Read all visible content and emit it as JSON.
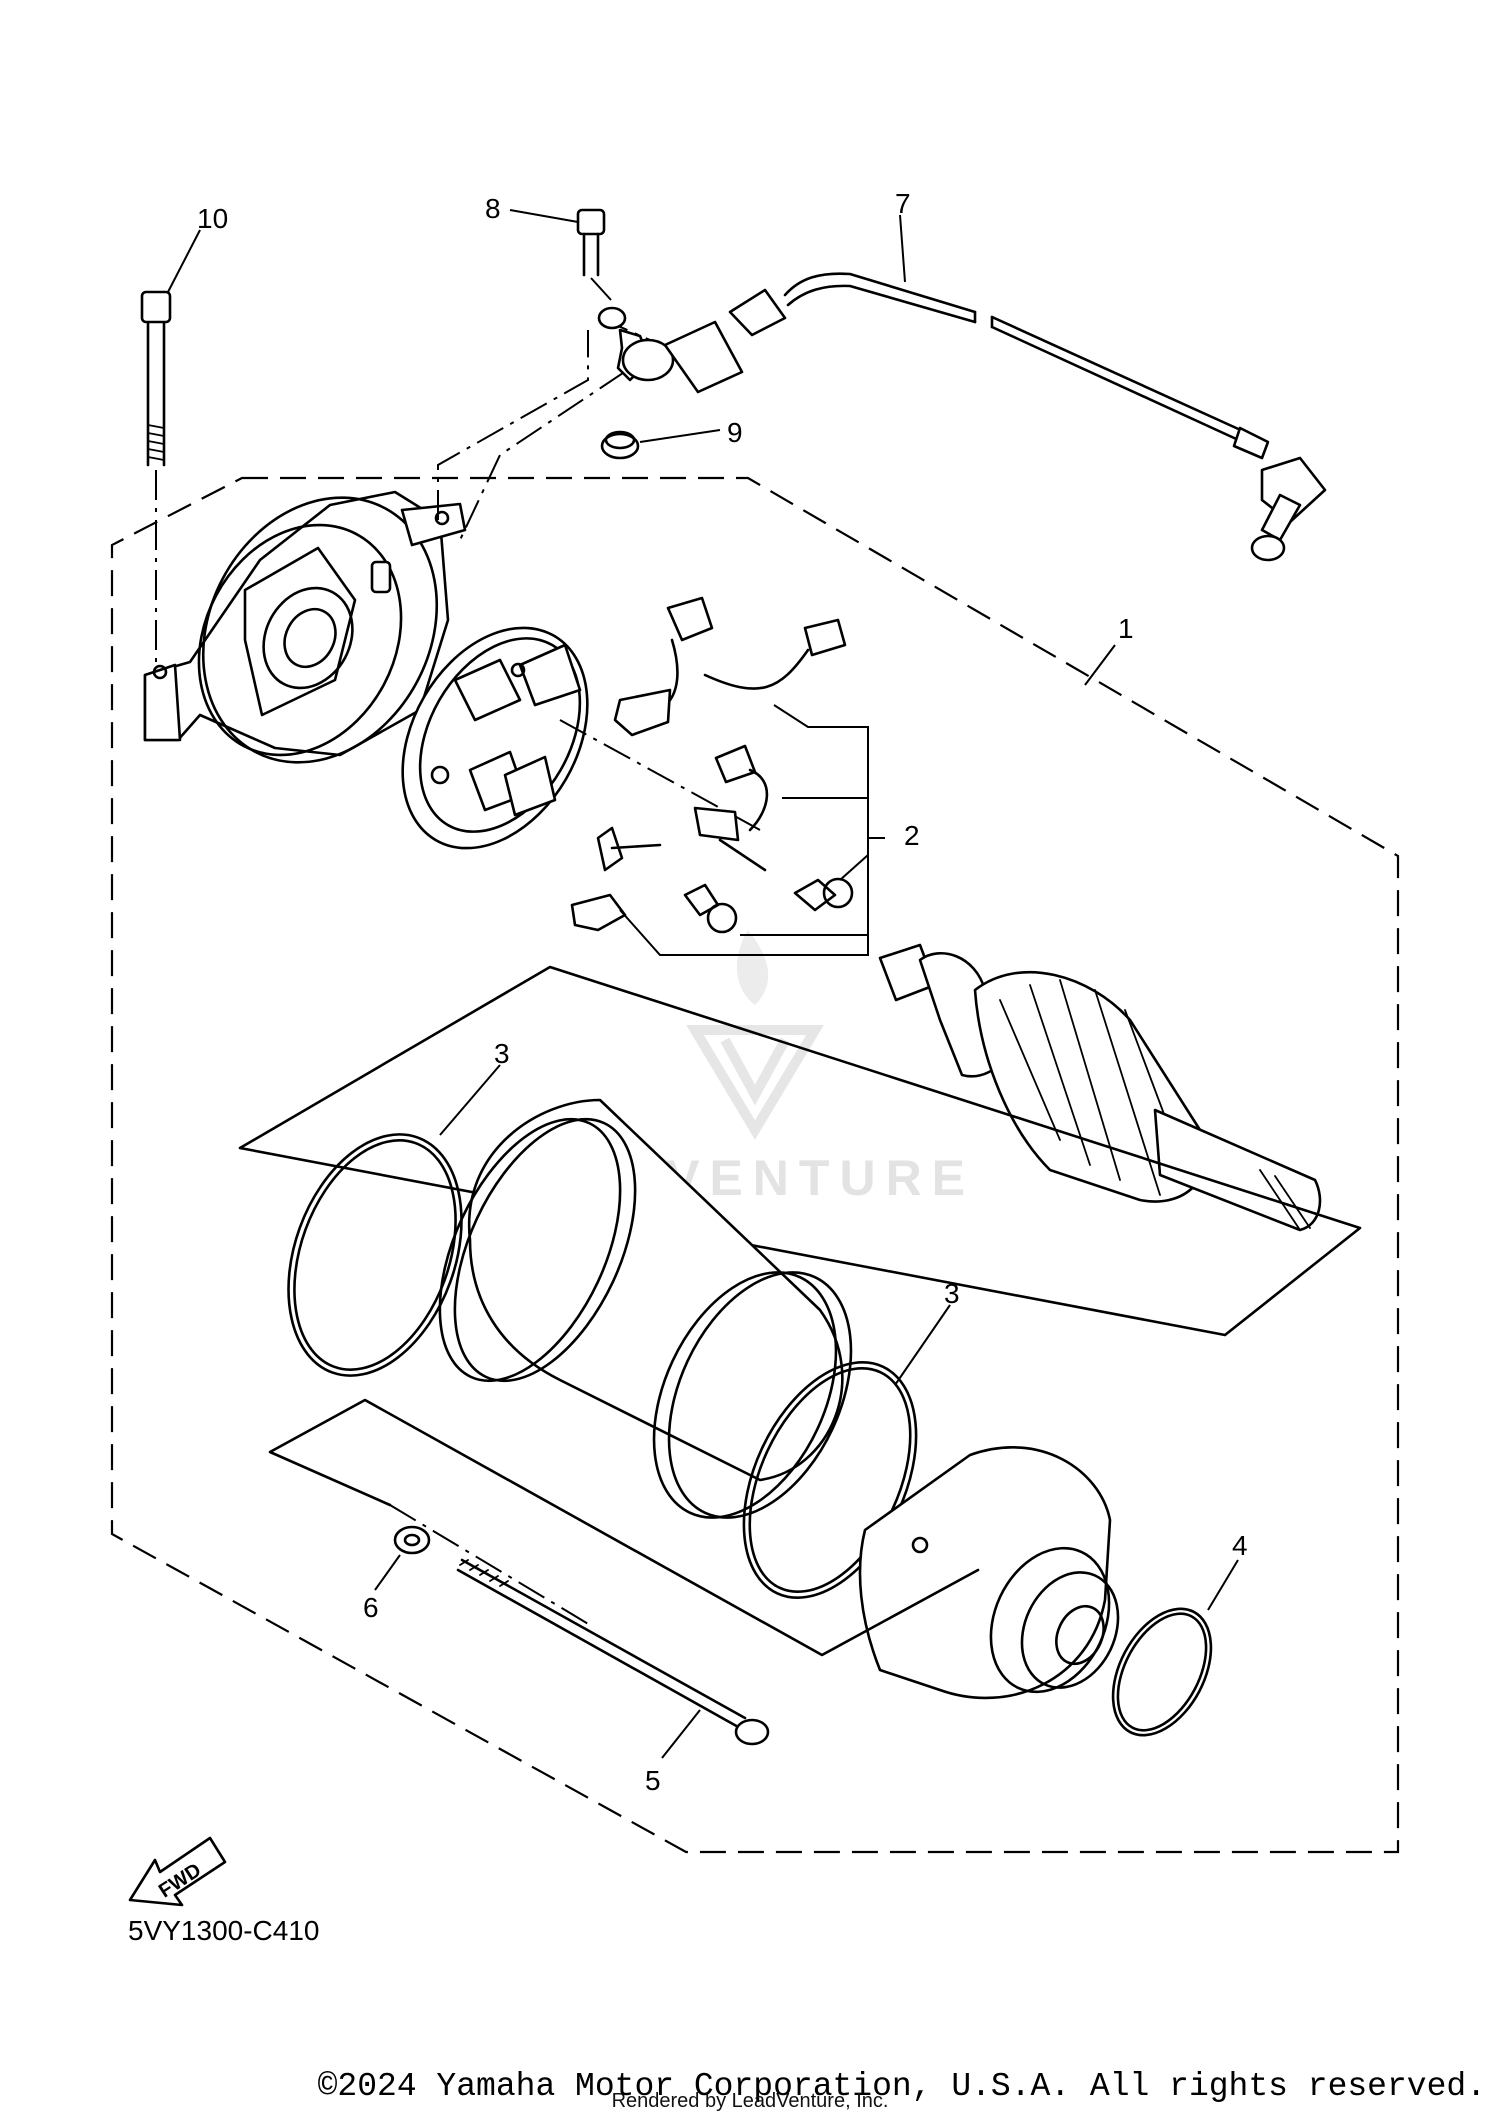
{
  "callouts": {
    "c1": "1",
    "c2": "2",
    "c3a": "3",
    "c3b": "3",
    "c4": "4",
    "c5": "5",
    "c6": "6",
    "c7": "7",
    "c8": "8",
    "c9": "9",
    "c10": "10"
  },
  "fwd_label": "FWD",
  "diagram_code": "5VY1300-C410",
  "watermark": "LEADVENTURE",
  "copyright": "©2024 Yamaha Motor Corporation, U.S.A. All rights reserved.",
  "rendered_by": "Rendered by LeadVenture, Inc."
}
